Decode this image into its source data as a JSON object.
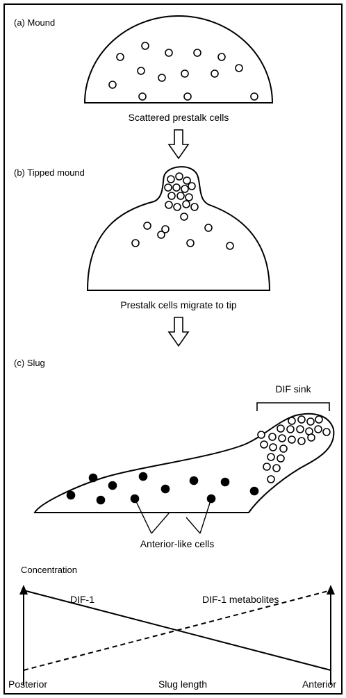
{
  "panels": {
    "a": {
      "label": "(a) Mound",
      "caption": "Scattered prestalk cells"
    },
    "b": {
      "label": "(b) Tipped mound",
      "caption": "Prestalk cells migrate to tip"
    },
    "c": {
      "label": "(c) Slug",
      "sink_label": "DIF sink",
      "cells_label": "Anterior-like cells"
    }
  },
  "graph": {
    "y_label": "Concentration",
    "x_label": "Slug length",
    "x_left": "Posterior",
    "x_right": "Anterior",
    "series": [
      {
        "name": "DIF-1",
        "style": "solid",
        "trend": "decreasing"
      },
      {
        "name": "DIF-1 metabolites",
        "style": "dashed",
        "trend": "increasing"
      }
    ]
  },
  "colors": {
    "ink": "#000000",
    "paper": "#ffffff"
  }
}
